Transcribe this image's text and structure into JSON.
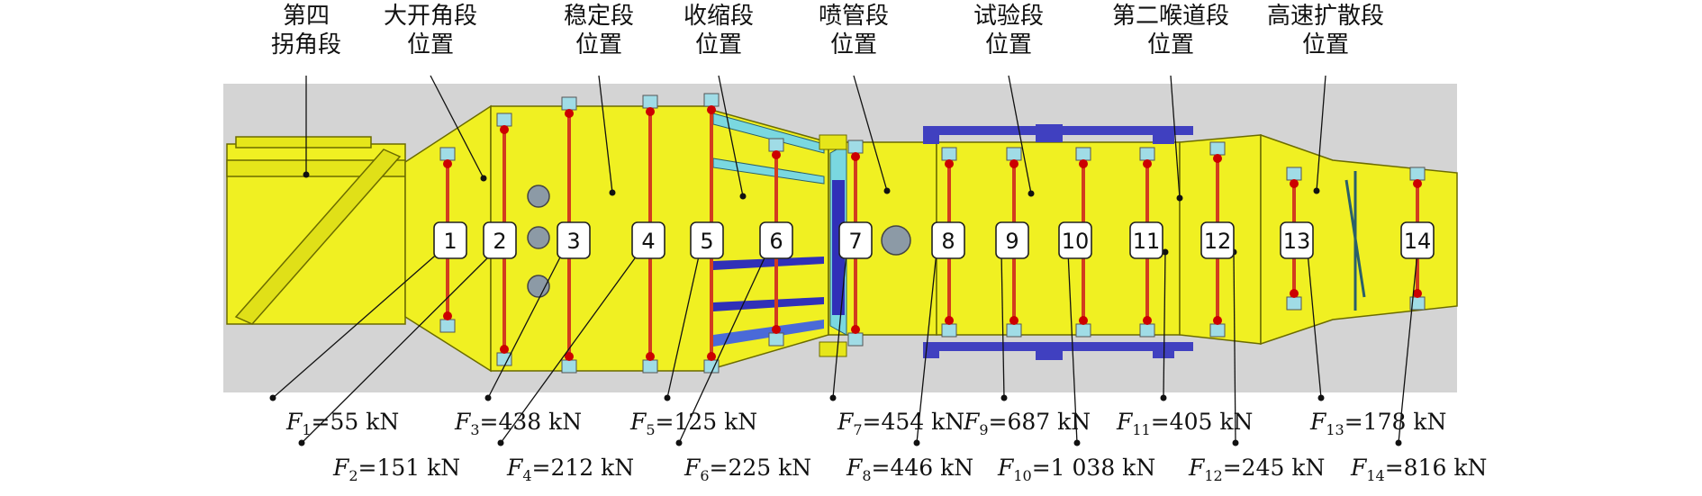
{
  "section_labels": [
    {
      "id": "fourth-corner",
      "lines": [
        "第四",
        "拐角段"
      ]
    },
    {
      "id": "wide-angle",
      "lines": [
        "大开角段",
        "位置"
      ]
    },
    {
      "id": "settling",
      "lines": [
        "稳定段",
        "位置"
      ]
    },
    {
      "id": "contraction",
      "lines": [
        "收缩段",
        "位置"
      ]
    },
    {
      "id": "nozzle",
      "lines": [
        "喷管段",
        "位置"
      ]
    },
    {
      "id": "test",
      "lines": [
        "试验段",
        "位置"
      ]
    },
    {
      "id": "second-throat",
      "lines": [
        "第二喉道段",
        "位置"
      ]
    },
    {
      "id": "diffuser",
      "lines": [
        "高速扩散段",
        "位置"
      ]
    }
  ],
  "supports": [
    {
      "num": "1",
      "sub": "1",
      "value": "=55 kN"
    },
    {
      "num": "2",
      "sub": "2",
      "value": "=151 kN"
    },
    {
      "num": "3",
      "sub": "3",
      "value": "=438 kN"
    },
    {
      "num": "4",
      "sub": "4",
      "value": "=212 kN"
    },
    {
      "num": "5",
      "sub": "5",
      "value": "=125 kN"
    },
    {
      "num": "6",
      "sub": "6",
      "value": "=225 kN"
    },
    {
      "num": "7",
      "sub": "7",
      "value": "=454 kN"
    },
    {
      "num": "8",
      "sub": "8",
      "value": "=446 kN"
    },
    {
      "num": "9",
      "sub": "9",
      "value": "=687 kN"
    },
    {
      "num": "10",
      "sub": "10",
      "value": "=1 038 kN"
    },
    {
      "num": "11",
      "sub": "11",
      "value": "=405 kN"
    },
    {
      "num": "12",
      "sub": "12",
      "value": "=245 kN"
    },
    {
      "num": "13",
      "sub": "13",
      "value": "=178 kN"
    },
    {
      "num": "14",
      "sub": "14",
      "value": "=816 kN"
    }
  ],
  "force_symbol": "F",
  "colors": {
    "background_band": "#d4d4d4",
    "body": "#f0f022",
    "body_dark": "#c8c800",
    "outline": "#6b6b00",
    "rod": "#d23c1e",
    "joint": "#cc0000",
    "cyan": "#7ad8e0",
    "blue": "#3030b8",
    "purple": "#4040c0"
  }
}
